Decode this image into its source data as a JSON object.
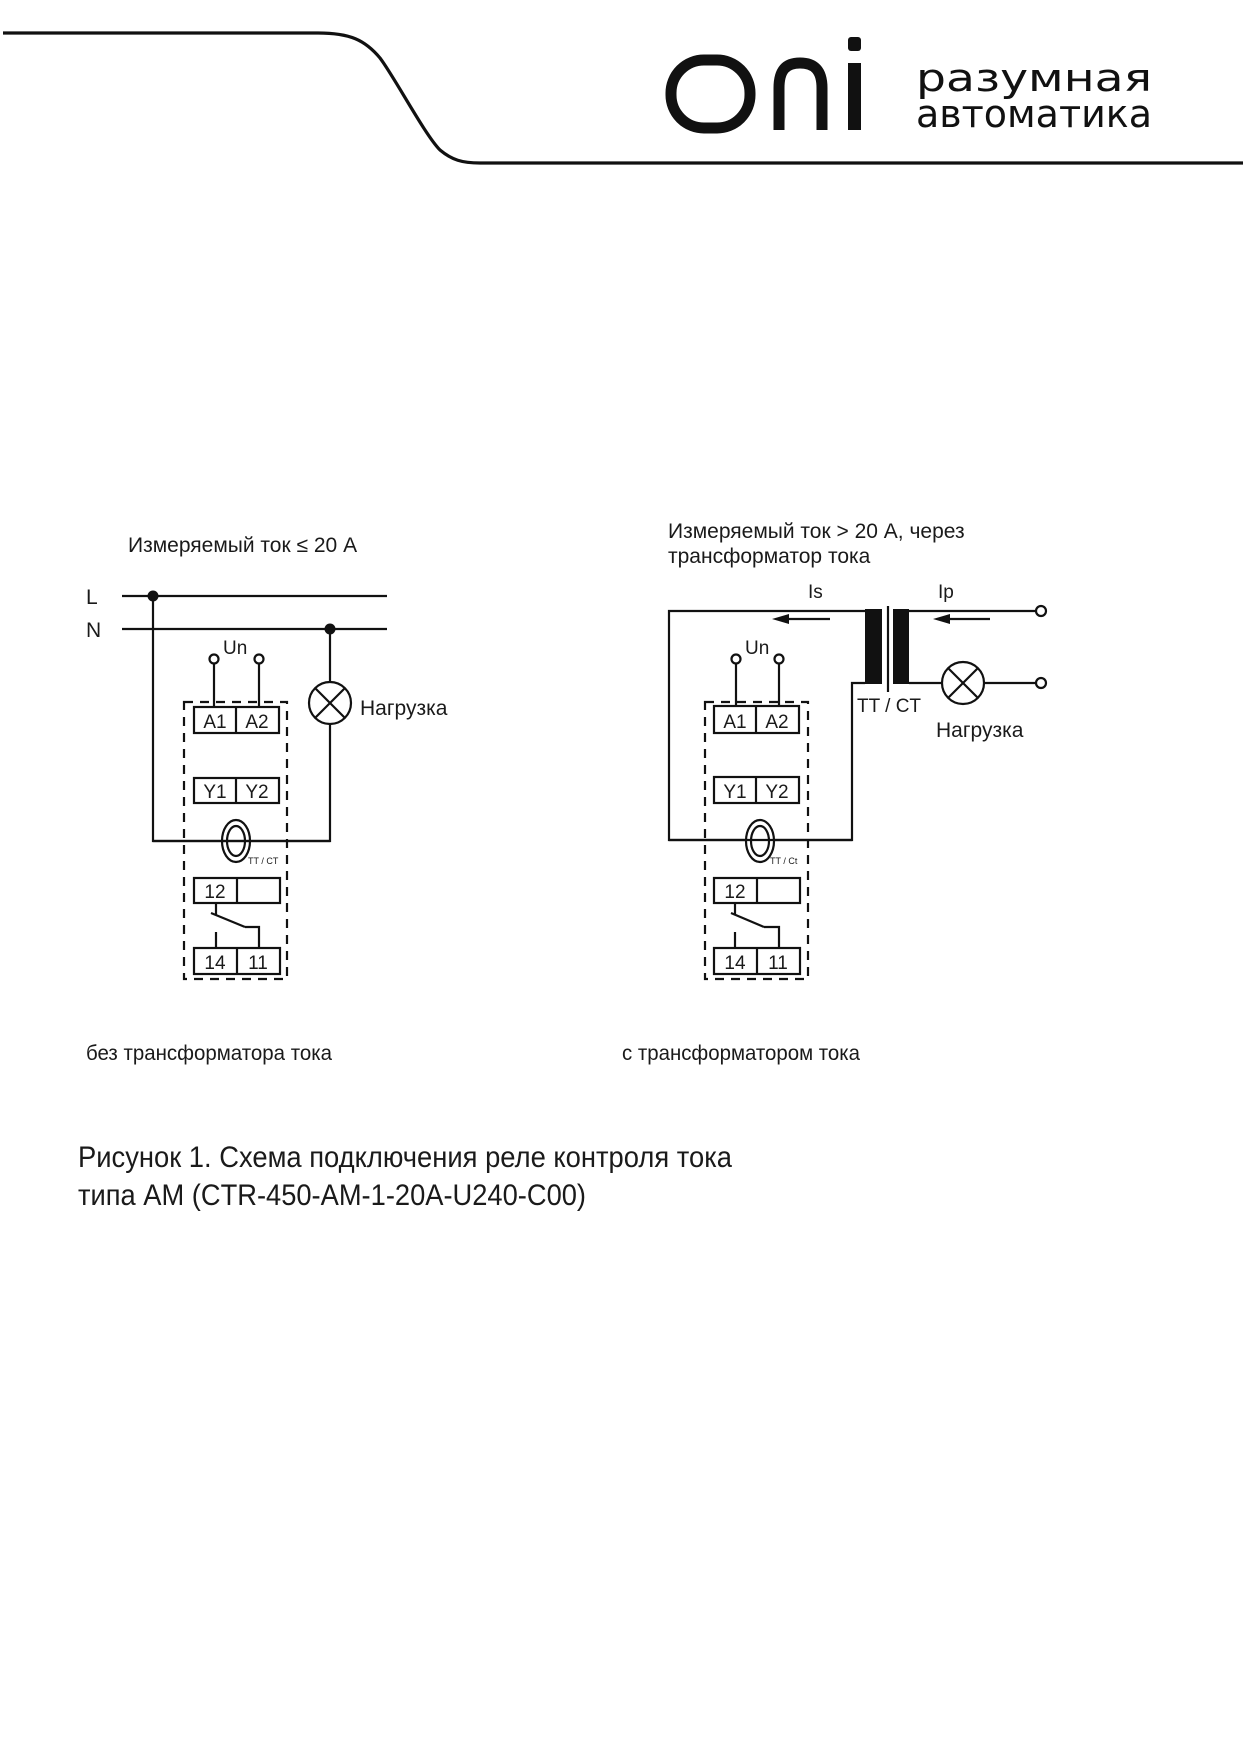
{
  "header": {
    "logo_mark": "oni",
    "tagline_line1": "разумная",
    "tagline_line2": "автоматика"
  },
  "diagram_left": {
    "title": "Измеряемый ток ≤ 20 А",
    "line_L": "L",
    "line_N": "N",
    "supply_label": "Un",
    "load_label": "Нагрузка",
    "terminals": {
      "a1": "A1",
      "a2": "A2",
      "y1": "Y1",
      "y2": "Y2",
      "t12": "12",
      "t14": "14",
      "t11": "11"
    },
    "ct_label": "TT / CT",
    "caption": "без трансформатора тока"
  },
  "diagram_right": {
    "title_line1": "Измеряемый ток > 20 А, через",
    "title_line2": "трансформатор тока",
    "secondary_current_label": "Is",
    "primary_current_label": "Ip",
    "supply_label": "Un",
    "transformer_label": "TT / CT",
    "load_label": "Нагрузка",
    "terminals": {
      "a1": "A1",
      "a2": "A2",
      "y1": "Y1",
      "y2": "Y2",
      "t12": "12",
      "t14": "14",
      "t11": "11"
    },
    "ct_label": "TT / Ct",
    "caption": "с трансформатором тока"
  },
  "figure_caption": {
    "line1": "Рисунок 1. Схема подключения реле контроля тока",
    "line2": "типа AM (CTR-450-AM-1-20A-U240-C00)"
  }
}
